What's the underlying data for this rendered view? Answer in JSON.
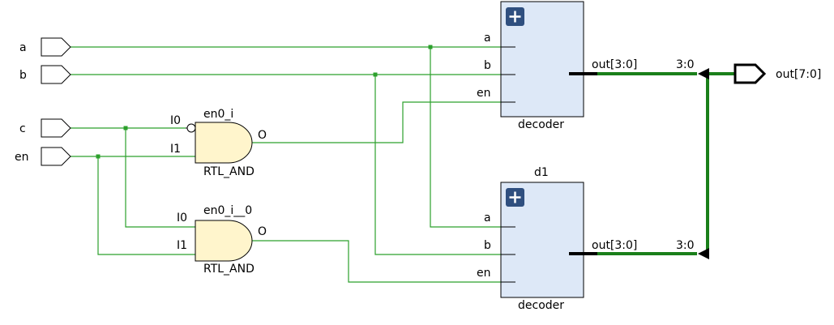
{
  "inputs": {
    "a": "a",
    "b": "b",
    "c": "c",
    "en": "en"
  },
  "output": {
    "label": "out[7:0]"
  },
  "gates": [
    {
      "instance": "en0_i",
      "type": "RTL_AND",
      "in0": "I0",
      "in1": "I1",
      "out": "O"
    },
    {
      "instance": "en0_i__0",
      "type": "RTL_AND",
      "in0": "I0",
      "in1": "I1",
      "out": "O"
    }
  ],
  "blocks": [
    {
      "instance": "",
      "module": "decoder",
      "pin_a": "a",
      "pin_b": "b",
      "pin_en": "en",
      "pin_out": "out[3:0]",
      "slice": "3:0"
    },
    {
      "instance": "d1",
      "module": "decoder",
      "pin_a": "a",
      "pin_b": "b",
      "pin_en": "en",
      "pin_out": "out[3:0]",
      "slice": "3:0"
    }
  ],
  "colors": {
    "wire": "#2ca02c",
    "bus": "#1a7f1a",
    "block_fill": "#dde8f7",
    "gate_fill": "#fff5cc",
    "plus_icon": "#2f4f7f"
  }
}
